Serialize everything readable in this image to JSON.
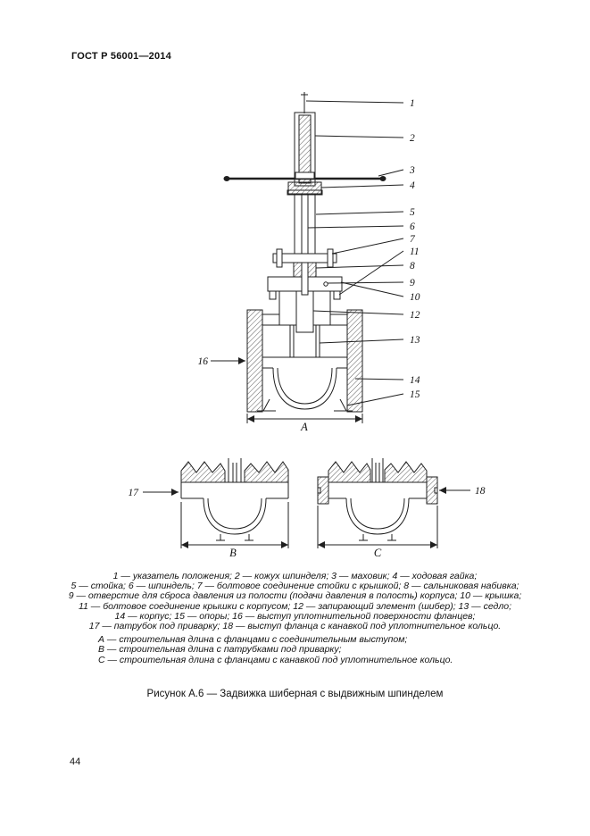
{
  "document": {
    "header": "ГОСТ Р 56001—2014",
    "page_number": "44",
    "figure_caption": "Рисунок А.6 — Задвижка шиберная с выдвижным шпинделем"
  },
  "figure": {
    "callouts": {
      "n1": "1",
      "n2": "2",
      "n3": "3",
      "n4": "4",
      "n5": "5",
      "n6": "6",
      "n7": "7",
      "n8": "8",
      "n9": "9",
      "n10": "10",
      "n11": "11",
      "n12": "12",
      "n13": "13",
      "n14": "14",
      "n15": "15",
      "n16": "16",
      "n17": "17",
      "n18": "18"
    },
    "dimensions": {
      "A": "A",
      "B": "B",
      "C": "C"
    }
  },
  "legend": {
    "items": [
      "1 — указатель положения; 2 — кожух шпинделя; 3 — маховик; 4 — ходовая гайка;",
      "5 — стойка; 6 — шпиндель; 7 — болтовое соединение стойки с крышкой; 8 — сальниковая набивка;",
      "9 — отверстие для сброса давления из полости (подачи давления в полость) корпуса; 10 — крышка;",
      "11 — болтовое соединение крышки с корпусом; 12 — запирающий элемент (шибер); 13 — седло;",
      "14 — корпус; 15 — опоры; 16 — выступ уплотнительной поверхности фланцев;",
      "17 — патрубок под приварку; 18 — выступ фланца с канавкой под уплотнительное кольцо."
    ],
    "dimension_notes": [
      "А — строительная длина с фланцами с соединительным выступом;",
      "В — строительная длина с патрубками под приварку;",
      "С — строительная длина с фланцами с канавкой под уплотнительное кольцо."
    ]
  }
}
